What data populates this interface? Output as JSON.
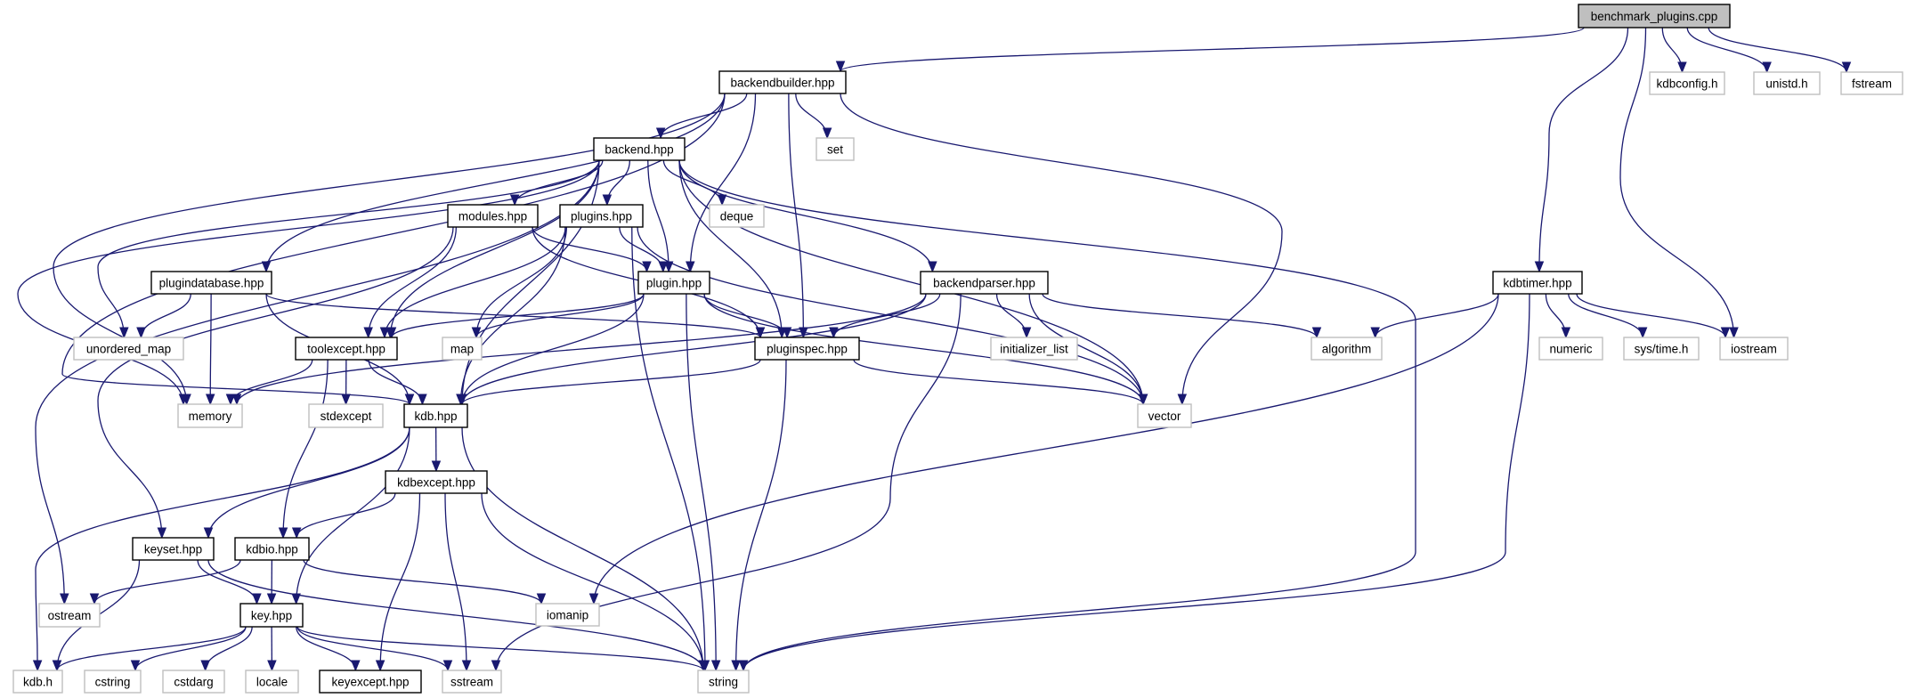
{
  "diagram": {
    "type": "include-dependency-graph",
    "root": "benchmark_plugins.cpp",
    "colors": {
      "edge": "#191970",
      "root_fill": "#bfbfbf",
      "documented_border": "#000000",
      "external_border": "#bfbfbf"
    },
    "nodes": [
      {
        "id": "benchmark_plugins_cpp",
        "label": "benchmark_plugins.cpp",
        "kind": "root"
      },
      {
        "id": "backendbuilder_hpp",
        "label": "backendbuilder.hpp",
        "kind": "documented"
      },
      {
        "id": "kdbconfig_h",
        "label": "kdbconfig.h",
        "kind": "external"
      },
      {
        "id": "unistd_h",
        "label": "unistd.h",
        "kind": "external"
      },
      {
        "id": "fstream",
        "label": "fstream",
        "kind": "external"
      },
      {
        "id": "set",
        "label": "set",
        "kind": "external"
      },
      {
        "id": "backend_hpp",
        "label": "backend.hpp",
        "kind": "documented"
      },
      {
        "id": "modules_hpp",
        "label": "modules.hpp",
        "kind": "documented"
      },
      {
        "id": "plugins_hpp",
        "label": "plugins.hpp",
        "kind": "documented"
      },
      {
        "id": "deque",
        "label": "deque",
        "kind": "external"
      },
      {
        "id": "plugindatabase_hpp",
        "label": "plugindatabase.hpp",
        "kind": "documented"
      },
      {
        "id": "plugin_hpp",
        "label": "plugin.hpp",
        "kind": "documented"
      },
      {
        "id": "backendparser_hpp",
        "label": "backendparser.hpp",
        "kind": "documented"
      },
      {
        "id": "kdbtimer_hpp",
        "label": "kdbtimer.hpp",
        "kind": "documented"
      },
      {
        "id": "unordered_map",
        "label": "unordered_map",
        "kind": "external"
      },
      {
        "id": "toolexcept_hpp",
        "label": "toolexcept.hpp",
        "kind": "documented"
      },
      {
        "id": "map",
        "label": "map",
        "kind": "external"
      },
      {
        "id": "pluginspec_hpp",
        "label": "pluginspec.hpp",
        "kind": "documented"
      },
      {
        "id": "initializer_list",
        "label": "initializer_list",
        "kind": "external"
      },
      {
        "id": "algorithm",
        "label": "algorithm",
        "kind": "external"
      },
      {
        "id": "numeric",
        "label": "numeric",
        "kind": "external"
      },
      {
        "id": "sys_time_h",
        "label": "sys/time.h",
        "kind": "external"
      },
      {
        "id": "iostream",
        "label": "iostream",
        "kind": "external"
      },
      {
        "id": "memory",
        "label": "memory",
        "kind": "external"
      },
      {
        "id": "stdexcept",
        "label": "stdexcept",
        "kind": "external"
      },
      {
        "id": "kdb_hpp",
        "label": "kdb.hpp",
        "kind": "documented"
      },
      {
        "id": "vector",
        "label": "vector",
        "kind": "external"
      },
      {
        "id": "kdbexcept_hpp",
        "label": "kdbexcept.hpp",
        "kind": "documented"
      },
      {
        "id": "keyset_hpp",
        "label": "keyset.hpp",
        "kind": "documented"
      },
      {
        "id": "kdbio_hpp",
        "label": "kdbio.hpp",
        "kind": "documented"
      },
      {
        "id": "ostream",
        "label": "ostream",
        "kind": "external"
      },
      {
        "id": "iomanip",
        "label": "iomanip",
        "kind": "external"
      },
      {
        "id": "key_hpp",
        "label": "key.hpp",
        "kind": "documented"
      },
      {
        "id": "kdb_h",
        "label": "kdb.h",
        "kind": "external"
      },
      {
        "id": "cstring",
        "label": "cstring",
        "kind": "external"
      },
      {
        "id": "cstdarg",
        "label": "cstdarg",
        "kind": "external"
      },
      {
        "id": "locale",
        "label": "locale",
        "kind": "external"
      },
      {
        "id": "keyexcept_hpp",
        "label": "keyexcept.hpp",
        "kind": "documented"
      },
      {
        "id": "sstream",
        "label": "sstream",
        "kind": "external"
      },
      {
        "id": "string",
        "label": "string",
        "kind": "external"
      }
    ],
    "edges": [
      [
        "benchmark_plugins_cpp",
        "backendbuilder_hpp"
      ],
      [
        "benchmark_plugins_cpp",
        "kdbconfig_h"
      ],
      [
        "benchmark_plugins_cpp",
        "unistd_h"
      ],
      [
        "benchmark_plugins_cpp",
        "fstream"
      ],
      [
        "benchmark_plugins_cpp",
        "kdbtimer_hpp"
      ],
      [
        "benchmark_plugins_cpp",
        "iostream"
      ],
      [
        "backendbuilder_hpp",
        "backend_hpp"
      ],
      [
        "backendbuilder_hpp",
        "set"
      ],
      [
        "backendbuilder_hpp",
        "plugindatabase_hpp"
      ],
      [
        "backendbuilder_hpp",
        "plugin_hpp"
      ],
      [
        "backendbuilder_hpp",
        "pluginspec_hpp"
      ],
      [
        "backendbuilder_hpp",
        "vector"
      ],
      [
        "backendbuilder_hpp",
        "memory"
      ],
      [
        "backendbuilder_hpp",
        "kdb_hpp"
      ],
      [
        "backend_hpp",
        "modules_hpp"
      ],
      [
        "backend_hpp",
        "plugins_hpp"
      ],
      [
        "backend_hpp",
        "deque"
      ],
      [
        "backend_hpp",
        "plugin_hpp"
      ],
      [
        "backend_hpp",
        "pluginspec_hpp"
      ],
      [
        "backend_hpp",
        "backendparser_hpp"
      ],
      [
        "backend_hpp",
        "toolexcept_hpp"
      ],
      [
        "backend_hpp",
        "kdb_hpp"
      ],
      [
        "backend_hpp",
        "vector"
      ],
      [
        "backend_hpp",
        "string"
      ],
      [
        "backend_hpp",
        "unordered_map"
      ],
      [
        "backend_hpp",
        "memory"
      ],
      [
        "backend_hpp",
        "ostream"
      ],
      [
        "modules_hpp",
        "plugin_hpp"
      ],
      [
        "modules_hpp",
        "toolexcept_hpp"
      ],
      [
        "modules_hpp",
        "pluginspec_hpp"
      ],
      [
        "modules_hpp",
        "keyset_hpp"
      ],
      [
        "plugins_hpp",
        "plugin_hpp"
      ],
      [
        "plugins_hpp",
        "toolexcept_hpp"
      ],
      [
        "plugins_hpp",
        "map"
      ],
      [
        "plugins_hpp",
        "kdb_hpp"
      ],
      [
        "plugins_hpp",
        "vector"
      ],
      [
        "plugins_hpp",
        "string"
      ],
      [
        "plugindatabase_hpp",
        "unordered_map"
      ],
      [
        "plugindatabase_hpp",
        "memory"
      ],
      [
        "plugindatabase_hpp",
        "pluginspec_hpp"
      ],
      [
        "plugindatabase_hpp",
        "kdb_hpp"
      ],
      [
        "plugin_hpp",
        "toolexcept_hpp"
      ],
      [
        "plugin_hpp",
        "map"
      ],
      [
        "plugin_hpp",
        "pluginspec_hpp"
      ],
      [
        "plugin_hpp",
        "kdb_hpp"
      ],
      [
        "plugin_hpp",
        "vector"
      ],
      [
        "plugin_hpp",
        "string"
      ],
      [
        "backendparser_hpp",
        "pluginspec_hpp"
      ],
      [
        "backendparser_hpp",
        "initializer_list"
      ],
      [
        "backendparser_hpp",
        "algorithm"
      ],
      [
        "backendparser_hpp",
        "vector"
      ],
      [
        "backendparser_hpp",
        "kdb_hpp"
      ],
      [
        "backendparser_hpp",
        "memory"
      ],
      [
        "backendparser_hpp",
        "sstream"
      ],
      [
        "kdbtimer_hpp",
        "algorithm"
      ],
      [
        "kdbtimer_hpp",
        "numeric"
      ],
      [
        "kdbtimer_hpp",
        "sys_time_h"
      ],
      [
        "kdbtimer_hpp",
        "iostream"
      ],
      [
        "kdbtimer_hpp",
        "iomanip"
      ],
      [
        "kdbtimer_hpp",
        "string"
      ],
      [
        "toolexcept_hpp",
        "memory"
      ],
      [
        "toolexcept_hpp",
        "stdexcept"
      ],
      [
        "toolexcept_hpp",
        "kdb_hpp"
      ],
      [
        "toolexcept_hpp",
        "kdbio_hpp"
      ],
      [
        "pluginspec_hpp",
        "kdb_hpp"
      ],
      [
        "pluginspec_hpp",
        "vector"
      ],
      [
        "pluginspec_hpp",
        "string"
      ],
      [
        "kdb_hpp",
        "kdbexcept_hpp"
      ],
      [
        "kdb_hpp",
        "keyset_hpp"
      ],
      [
        "kdb_hpp",
        "key_hpp"
      ],
      [
        "kdb_hpp",
        "kdb_h"
      ],
      [
        "kdb_hpp",
        "string"
      ],
      [
        "kdbexcept_hpp",
        "kdbio_hpp"
      ],
      [
        "kdbexcept_hpp",
        "keyexcept_hpp"
      ],
      [
        "kdbexcept_hpp",
        "sstream"
      ],
      [
        "kdbexcept_hpp",
        "string"
      ],
      [
        "keyset_hpp",
        "key_hpp"
      ],
      [
        "keyset_hpp",
        "kdb_h"
      ],
      [
        "keyset_hpp",
        "string"
      ],
      [
        "kdbio_hpp",
        "key_hpp"
      ],
      [
        "kdbio_hpp",
        "ostream"
      ],
      [
        "kdbio_hpp",
        "iomanip"
      ],
      [
        "key_hpp",
        "kdb_h"
      ],
      [
        "key_hpp",
        "cstring"
      ],
      [
        "key_hpp",
        "cstdarg"
      ],
      [
        "key_hpp",
        "locale"
      ],
      [
        "key_hpp",
        "keyexcept_hpp"
      ],
      [
        "key_hpp",
        "sstream"
      ],
      [
        "key_hpp",
        "string"
      ]
    ]
  }
}
